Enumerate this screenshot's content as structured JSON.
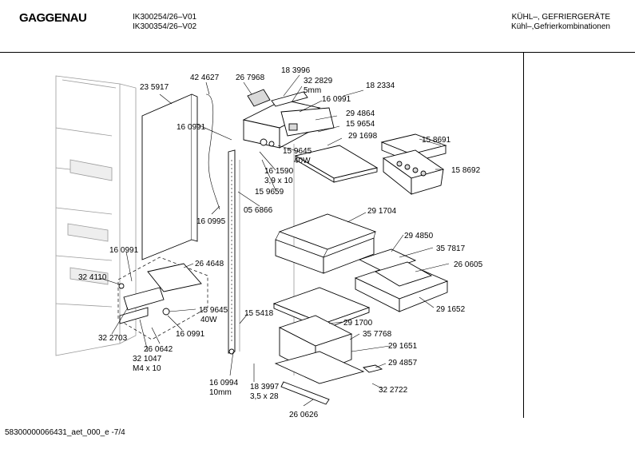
{
  "header": {
    "brand": "GAGGENAU",
    "model_1": "IK300254/26–V01",
    "model_2": "IK300354/26–V02",
    "category_1": "KÜHL–, GEFRIERGERÄTE",
    "category_2": "Kühl–,Gefrierkombinationen"
  },
  "footer": {
    "doc_id": "58300000066431_aet_000_e  -7/4"
  },
  "parts": [
    {
      "number": "23 5917"
    },
    {
      "number": "42 4627"
    },
    {
      "number": "26 7968"
    },
    {
      "number": "18 3996"
    },
    {
      "number": "32 2829",
      "note": "5mm"
    },
    {
      "number": "18 2334"
    },
    {
      "number": "16 0991"
    },
    {
      "number": "16 0991"
    },
    {
      "number": "29 4864"
    },
    {
      "number": "15 9654"
    },
    {
      "number": "15 9645",
      "note": "40W"
    },
    {
      "number": "29 1698"
    },
    {
      "number": "16 1590",
      "note": "3,9 x 10"
    },
    {
      "number": "15 9659"
    },
    {
      "number": "16 0995"
    },
    {
      "number": "05 6866"
    },
    {
      "number": "15 8691"
    },
    {
      "number": "15 8692"
    },
    {
      "number": "29 1704"
    },
    {
      "number": "29 4850"
    },
    {
      "number": "35 7817"
    },
    {
      "number": "26 0605"
    },
    {
      "number": "16 0991"
    },
    {
      "number": "26 4648"
    },
    {
      "number": "32 4110"
    },
    {
      "number": "15 9645",
      "note": "40W"
    },
    {
      "number": "16 0991"
    },
    {
      "number": "29 1652"
    },
    {
      "number": "32 2703"
    },
    {
      "number": "26 0642"
    },
    {
      "number": "32 1047",
      "note": "M4 x 10"
    },
    {
      "number": "15 5418"
    },
    {
      "number": "29 1700"
    },
    {
      "number": "35 7768"
    },
    {
      "number": "29 1651"
    },
    {
      "number": "29 4857"
    },
    {
      "number": "16 0994",
      "note": "10mm"
    },
    {
      "number": "18 3997",
      "note": "3,5 x 28"
    },
    {
      "number": "32 2722"
    },
    {
      "number": "26 0626"
    }
  ]
}
